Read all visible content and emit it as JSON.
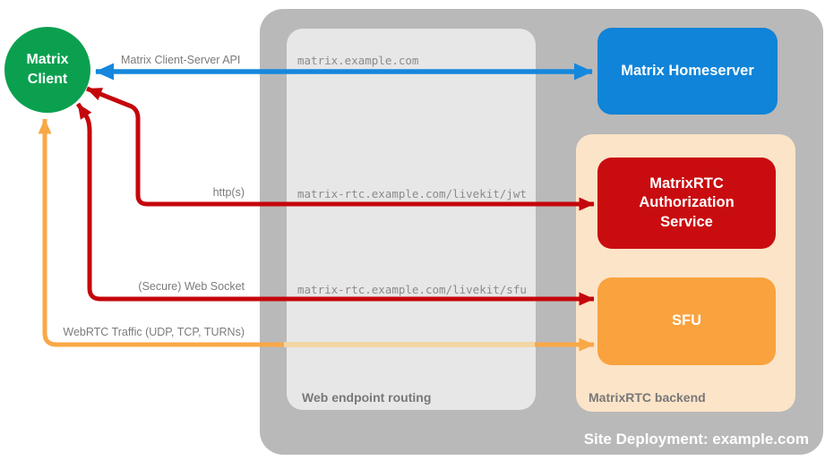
{
  "colors": {
    "site_box": "#b9b9b9",
    "routing_box": "#e7e7e7",
    "backend_box": "#fce4c8",
    "homeserver": "#1084d8",
    "auth_service": "#c90c10",
    "sfu": "#f9a23e",
    "client": "#0ba04f",
    "arrow_blue": "#1588dd",
    "arrow_red": "#c4070c",
    "arrow_orange": "#f9a846",
    "arrow_orange_faded": "#f3d6a5",
    "label_gray": "#7b7b7b",
    "zone_label": "#787878",
    "endpoint_text": "#8b8b8b"
  },
  "client": {
    "label": "Matrix Client"
  },
  "site": {
    "label": "Site Deployment: example.com"
  },
  "routing": {
    "label": "Web endpoint routing",
    "endpoints": {
      "homeserver": "matrix.example.com",
      "jwt": "matrix-rtc.example.com/livekit/jwt",
      "sfu": "matrix-rtc.example.com/livekit/sfu"
    }
  },
  "backend": {
    "label": "MatrixRTC backend"
  },
  "nodes": {
    "homeserver": "Matrix Homeserver",
    "auth": "MatrixRTC Authorization Service",
    "sfu": "SFU"
  },
  "arrows": {
    "api": "Matrix Client-Server API",
    "https": "http(s)",
    "websocket": "(Secure) Web Socket",
    "webrtc": "WebRTC Traffic (UDP, TCP, TURNs)"
  }
}
